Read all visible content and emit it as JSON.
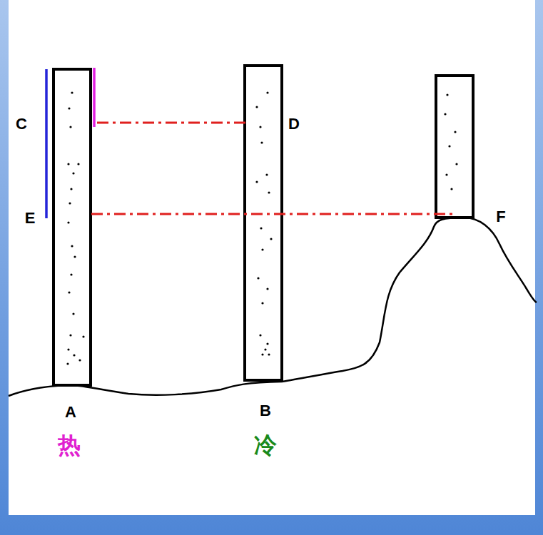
{
  "diagram": {
    "labels": [
      "C",
      "D",
      "E",
      "F",
      "A",
      "热",
      "B",
      "冷"
    ]
  }
}
